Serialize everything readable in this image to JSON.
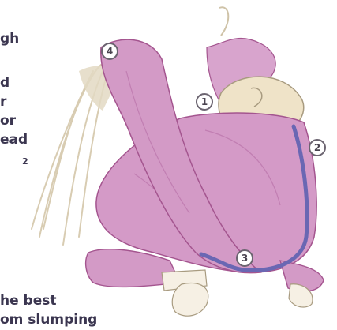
{
  "text_fragments": {
    "line1": "gh",
    "line2": "d",
    "line3": "r",
    "line4": "or",
    "line5": "ead",
    "subscript": "2",
    "bottom1": "he best",
    "bottom2": "om slumping"
  },
  "markers": [
    "1",
    "2",
    "3",
    "4"
  ],
  "colors": {
    "fabric": "#d39ac6",
    "fabric_dark": "#a4558f",
    "strap": "#6a67b3",
    "skin": "#f1e8d8",
    "hair": "#e3d9c3",
    "text": "#3b3650"
  }
}
